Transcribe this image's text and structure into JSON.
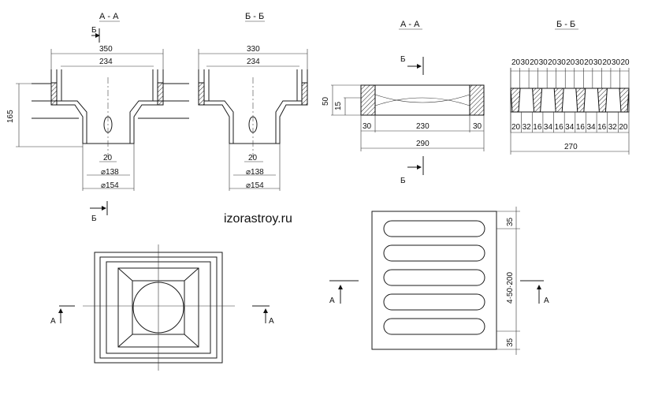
{
  "titles": {
    "aa_left": "А - А",
    "bb_left": "Б - Б",
    "aa_right": "А - А",
    "bb_right": "Б - Б"
  },
  "watermark": "izorastroy.ru",
  "section_labels": {
    "a": "А",
    "b": "Б"
  },
  "drain_aa": {
    "outer_width": "350",
    "inner_width": "234",
    "height": "165",
    "slot": "20",
    "diam_inner": "⌀138",
    "diam_outer": "⌀154"
  },
  "drain_bb": {
    "outer_width": "330",
    "inner_width": "234",
    "slot": "20",
    "diam_inner": "⌀138",
    "diam_outer": "⌀154"
  },
  "grate_aa": {
    "height": "50",
    "depth": "15",
    "left": "30",
    "middle": "230",
    "right": "30",
    "total": "290"
  },
  "grate_bb": {
    "top_dims": [
      "20",
      "30",
      "20",
      "30",
      "20",
      "30",
      "20",
      "30",
      "20",
      "30",
      "20",
      "30",
      "20"
    ],
    "bottom_dims": [
      "20",
      "32",
      "16",
      "34",
      "16",
      "34",
      "16",
      "34",
      "16",
      "32",
      "20"
    ],
    "total": "270"
  },
  "grate_plan": {
    "top": "35",
    "middle": "4·50·200",
    "bottom": "35",
    "slot_count": 5
  }
}
